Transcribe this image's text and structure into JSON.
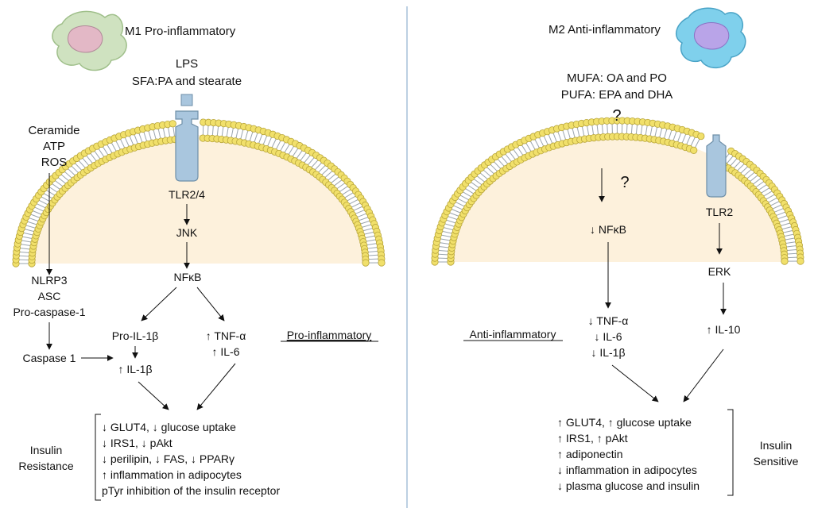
{
  "left": {
    "title": "M1 Pro-inflammatory",
    "ligands": [
      "LPS",
      "SFA:PA and stearate"
    ],
    "inflammasome_triggers": [
      "Ceramide",
      "ATP",
      "ROS"
    ],
    "receptor": "TLR2/4",
    "kinase": "JNK",
    "tf": "NFκB",
    "inflammasome": [
      "NLRP3",
      "ASC",
      "Pro-caspase-1"
    ],
    "caspase": "Caspase 1",
    "pro_il1b": "Pro-IL-1β",
    "il1b": "↑ IL-1β",
    "cytokines": [
      "↑ TNF-α",
      "↑ IL-6"
    ],
    "side_label": "Pro-inflammatory",
    "outcome_label": [
      "Insulin",
      "Resistance"
    ],
    "outcomes": [
      "↓ GLUT4, ↓ glucose uptake",
      "↓ IRS1, ↓ pAkt",
      "↓ perilipin, ↓ FAS, ↓ PPARγ",
      "↑ inflammation in adipocytes",
      "pTyr inhibition of the insulin receptor"
    ]
  },
  "right": {
    "title": "M2 Anti-inflammatory",
    "ligands": [
      "MUFA: OA and PO",
      "PUFA: EPA and DHA"
    ],
    "unknown_top": "?",
    "unknown_mid": "?",
    "tf": "↓ NFκB",
    "receptor": "TLR2",
    "kinase": "ERK",
    "cytokines": [
      "↓ TNF-α",
      "↓ IL-6",
      "↓ IL-1β"
    ],
    "il10": "↑ IL-10",
    "side_label": "Anti-inflammatory",
    "outcome_label": [
      "Insulin",
      "Sensitive"
    ],
    "outcomes": [
      "↑ GLUT4, ↑ glucose uptake",
      "↑ IRS1, ↑ pAkt",
      "↑ adiponectin",
      "↓ inflammation in adipocytes",
      "↓ plasma glucose and insulin"
    ]
  },
  "colors": {
    "cytoplasm": "#fdf1dc",
    "lipid_head": "#f1e06b",
    "lipid_head_stroke": "#b8a53a",
    "receptor": "#a9c6de",
    "receptor_stroke": "#6e8fa8",
    "divider": "#7aa0c4",
    "m1_cell": "#cfe2c0",
    "m1_nucleus": "#e3b8c6",
    "m2_cell": "#7fd0ec",
    "m2_nucleus": "#b9a4e8"
  }
}
